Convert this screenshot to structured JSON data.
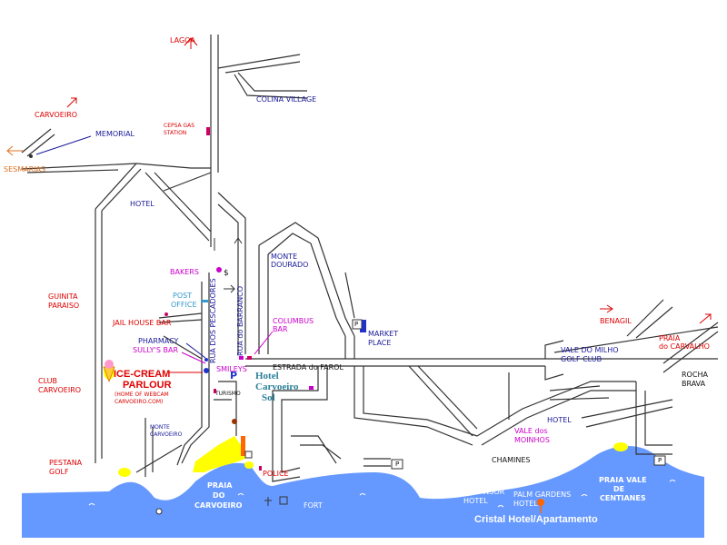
{
  "map": {
    "colors": {
      "sea": "#6699ff",
      "beach": "#ffff00",
      "road": "#333333",
      "hotel_marker": "#ff66ff",
      "parking_marker": "#2233cc",
      "cafe_marker": "#cc0066"
    },
    "labels": {
      "lagoa": "LAGOA",
      "colina_village": "COLINA VILLAGE",
      "carvoeiro": "CARVOEIRO",
      "memorial": "MEMORIAL",
      "sesmarias": "SESMARIAS",
      "cepsa_1": "CEPSA GAS",
      "cepsa_2": "STATION",
      "hotel_top": "HOTEL",
      "monte_dourado_1": "MONTE",
      "monte_dourado_2": "DOURADO",
      "bakers": "BAKERS",
      "guinita_1": "GUINITA",
      "guinita_2": "PARAISO",
      "post_1": "POST",
      "post_2": "OFFICE",
      "jail_house": "JAIL HOUSE BAR",
      "rua_pescadores": "RUA DOS PESCADORES",
      "rua_barranco": "RUA do BARRANCO",
      "dollar": "$",
      "columbus_1": "COLUMBUS",
      "columbus_2": "BAR",
      "market_1": "MARKET",
      "market_2": "PLACE",
      "market_p": "P",
      "benagil": "BENAGIL",
      "praia_carvalho_1": "PRAIA",
      "praia_carvalho_2": "do CARVALHO",
      "pharmacy": "PHARMACY",
      "sullys": "SULLY'S BAR",
      "smileys": "SMILEYS",
      "estrada": "ESTRADA do FAROL",
      "vale_milho_1": "VALE DO MILHO",
      "vale_milho_2": "GOLF CLUB",
      "rocha_1": "ROCHA",
      "rocha_2": "BRAVA",
      "ice_cream_1": "ICE-CREAM",
      "ice_cream_2": "PARLOUR",
      "home_webcam_1": "(HOME OF WEBCAM",
      "home_webcam_2": "CARVOEIRO.COM)",
      "club_1": "CLUB",
      "club_2": "CARVOEIRO",
      "p_center": "P",
      "hotel_sol_1": "Hotel",
      "hotel_sol_2": "Carvoeiro",
      "hotel_sol_3": "Sol",
      "turismo": "TURISMO",
      "hotel_right": "HOTEL",
      "vale_moinhos_1": "VALE dos",
      "vale_moinhos_2": "MOINHOS",
      "monte_carvoeiro_1": "MONTE",
      "monte_carvoeiro_2": "CARVOEIRO",
      "pestana_1": "PESTANA",
      "pestana_2": "GOLF",
      "police": "POLICE",
      "chamines": "CHAMINES",
      "p_right": "P",
      "p_far_right": "P",
      "praia_carvoeiro_1": "PRAIA",
      "praia_carvoeiro_2": "DO",
      "praia_carvoeiro_3": "CARVOEIRO",
      "fort": "FORT",
      "almansor_1": "ALMANSOR",
      "almansor_2": "HOTEL",
      "palm_1": "PALM GARDENS",
      "palm_2": "HOTEL",
      "praia_vale_1": "PRAIA VALE",
      "praia_vale_2": "DE",
      "praia_vale_3": "CENTIANES",
      "cristal": "Cristal Hotel/Apartamento"
    }
  }
}
